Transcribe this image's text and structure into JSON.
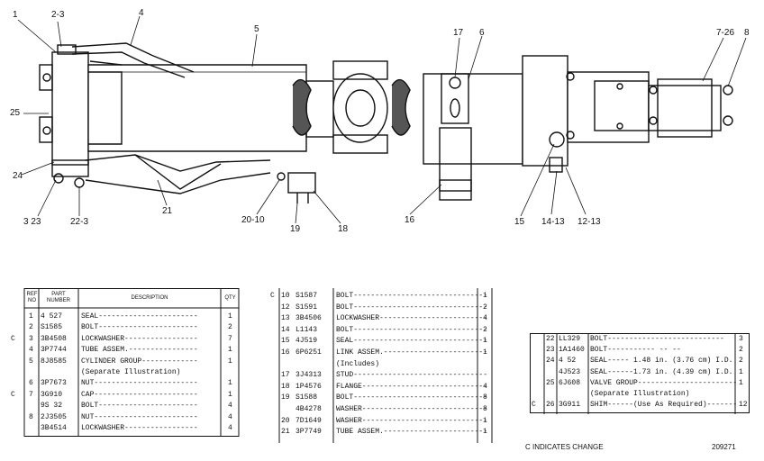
{
  "callouts": {
    "c1": "1",
    "c2_3": "2-3",
    "c4": "4",
    "c5": "5",
    "c17": "17",
    "c6": "6",
    "c7_26": "7-26",
    "c8": "8",
    "c25": "25",
    "c24": "24",
    "c3_23": "3 23",
    "c22_3": "22-3",
    "c21": "21",
    "c20_10": "20-10",
    "c19": "19",
    "c18": "18",
    "c16": "16",
    "c15": "15",
    "c14_13": "14-13",
    "c12_13": "12-13"
  },
  "table1": {
    "header": {
      "ref": "REF NO",
      "part": "PART NUMBER",
      "desc": "DESCRIPTION",
      "qty": "QTY"
    },
    "rows": [
      {
        "c": "",
        "ref": "1",
        "part": "4 527",
        "desc": "SEAL-----------------------",
        "qty": "1"
      },
      {
        "c": "",
        "ref": "2",
        "part": "S1585",
        "desc": "BOLT-----------------------",
        "qty": "2"
      },
      {
        "c": "C",
        "ref": "3",
        "part": "3B4508",
        "desc": "LOCKWASHER-----------------",
        "qty": "7"
      },
      {
        "c": "",
        "ref": "4",
        "part": "3P7744",
        "desc": "TUBE ASSEM.----------------",
        "qty": "1"
      },
      {
        "c": "",
        "ref": "5",
        "part": "8J8585",
        "desc": "CYLINDER GROUP-------------",
        "qty": "1"
      },
      {
        "c": "",
        "ref": "",
        "part": "",
        "desc": "(Separate Illustration)",
        "qty": ""
      },
      {
        "c": "",
        "ref": "6",
        "part": "3P7673",
        "desc": "NUT------------------------",
        "qty": "1"
      },
      {
        "c": "C",
        "ref": "7",
        "part": "3G910",
        "desc": "CAP------------------------",
        "qty": "1"
      },
      {
        "c": "",
        "ref": "",
        "part": "9S 32",
        "desc": "BOLT-----------------------",
        "qty": "4"
      },
      {
        "c": "",
        "ref": "8",
        "part": "2J3505",
        "desc": "NUT------------------------",
        "qty": "4"
      },
      {
        "c": "",
        "ref": "",
        "part": "3B4514",
        "desc": "LOCKWASHER-----------------",
        "qty": "4"
      }
    ]
  },
  "table2": {
    "rows": [
      {
        "c": "C",
        "ref": "10",
        "part": "S1587",
        "desc": "BOLT-------------------------------",
        "qty": "1"
      },
      {
        "c": "",
        "ref": "12",
        "part": "S1591",
        "desc": "BOLT-------------------------------",
        "qty": "2"
      },
      {
        "c": "",
        "ref": "13",
        "part": "3B4506",
        "desc": "LOCKWASHER-------------------------",
        "qty": "4"
      },
      {
        "c": "",
        "ref": "14",
        "part": "L1143",
        "desc": "BOLT-------------------------------",
        "qty": "2"
      },
      {
        "c": "",
        "ref": "15",
        "part": "4J519",
        "desc": "SEAL-------------------------------",
        "qty": "1"
      },
      {
        "c": "",
        "ref": "16",
        "part": "6P6251",
        "desc": "LINK ASSEM.------------------------",
        "qty": "1"
      },
      {
        "c": "",
        "ref": "",
        "part": "",
        "desc": "(Includes)",
        "qty": ""
      },
      {
        "c": "",
        "ref": "17",
        "part": "3J4313",
        "desc": "STUD-------------------------------",
        "qty": ""
      },
      {
        "c": "",
        "ref": "18",
        "part": "1P4576",
        "desc": "FLANGE-----------------------------",
        "qty": "4"
      },
      {
        "c": "",
        "ref": "19",
        "part": "S1588",
        "desc": "BOLT-------------------------------",
        "qty": "8"
      },
      {
        "c": "",
        "ref": "",
        "part": "4B4278",
        "desc": "WASHER-----------------------------",
        "qty": "8"
      },
      {
        "c": "",
        "ref": "20",
        "part": "7D1649",
        "desc": "WASHER-----------------------------",
        "qty": "1"
      },
      {
        "c": "",
        "ref": "21",
        "part": "3P7749",
        "desc": "TUBE ASSEM.------------------------",
        "qty": "1"
      }
    ]
  },
  "table3": {
    "rows": [
      {
        "c": "",
        "ref": "22",
        "part": "LL329",
        "desc": "BOLT---------------------------",
        "qty": "3"
      },
      {
        "c": "",
        "ref": "23",
        "part": "1A1460",
        "desc": "BOLT-----------  --       --",
        "qty": "2"
      },
      {
        "c": "",
        "ref": "24",
        "part": "4 52",
        "desc": "SEAL----- 1.48 in. (3.76 cm) I.D.",
        "qty": "2"
      },
      {
        "c": "",
        "ref": "",
        "part": "4J523",
        "desc": "SEAL------1.73 in. (4.39 cm) I.D.",
        "qty": "1"
      },
      {
        "c": "",
        "ref": "25",
        "part": "6J608",
        "desc": "VALVE GROUP-----------------------",
        "qty": "1"
      },
      {
        "c": "",
        "ref": "",
        "part": "",
        "desc": "(Separate Illustration)",
        "qty": ""
      },
      {
        "c": "C",
        "ref": "26",
        "part": "3G911",
        "desc": "SHIM------(Use As Required)-------",
        "qty": "12"
      }
    ]
  },
  "footer": {
    "note": "C INDICATES CHANGE",
    "number": "209271"
  }
}
